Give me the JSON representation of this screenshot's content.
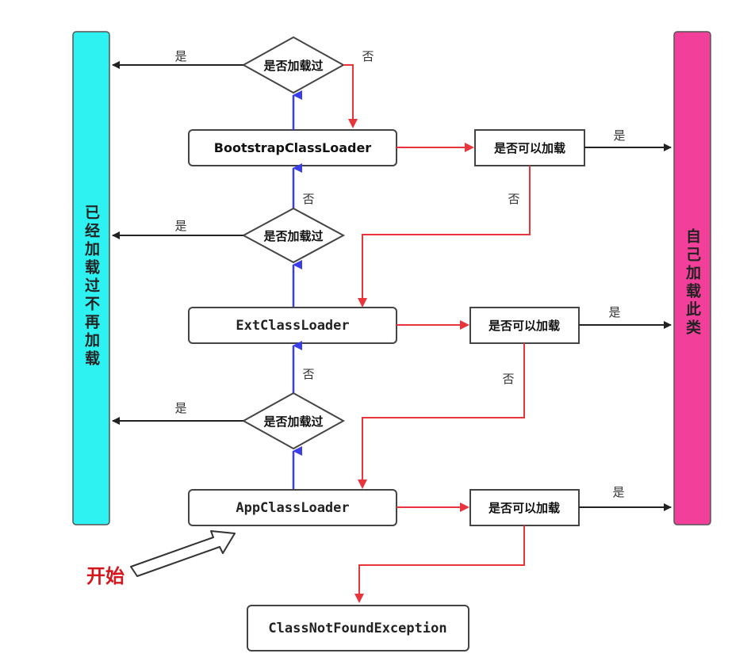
{
  "left_bar": {
    "label": "已经加载过不再加载",
    "color": "#2ef1f1"
  },
  "right_bar": {
    "label": "自己加载此类",
    "color": "#f2409a"
  },
  "loaders": {
    "bootstrap": "BootstrapClassLoader",
    "ext": "ExtClassLoader",
    "app": "AppClassLoader"
  },
  "decisions": {
    "loaded_check": "是否加载过",
    "can_load": "是否可以加载"
  },
  "labels": {
    "yes": "是",
    "no": "否"
  },
  "start_label": "开始",
  "exception": "ClassNotFoundException",
  "colors": {
    "red_arrow": "#e8353b",
    "blue_arrow": "#3a3ee8",
    "black_arrow": "#222222"
  }
}
